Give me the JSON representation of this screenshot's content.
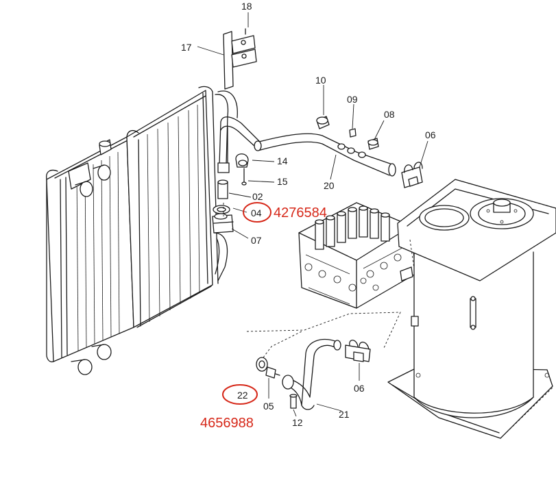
{
  "callouts": {
    "c18": "18",
    "c17": "17",
    "c10": "10",
    "c09": "09",
    "c08": "08",
    "c06a": "06",
    "c14": "14",
    "c15": "15",
    "c20": "20",
    "c02": "02",
    "c04": "04",
    "c07": "07",
    "c22": "22",
    "c05": "05",
    "c06b": "06",
    "c21": "21",
    "c12": "12"
  },
  "part_numbers": {
    "upper": "4276584",
    "lower": "4656988"
  },
  "highlight_color": "#d62718"
}
